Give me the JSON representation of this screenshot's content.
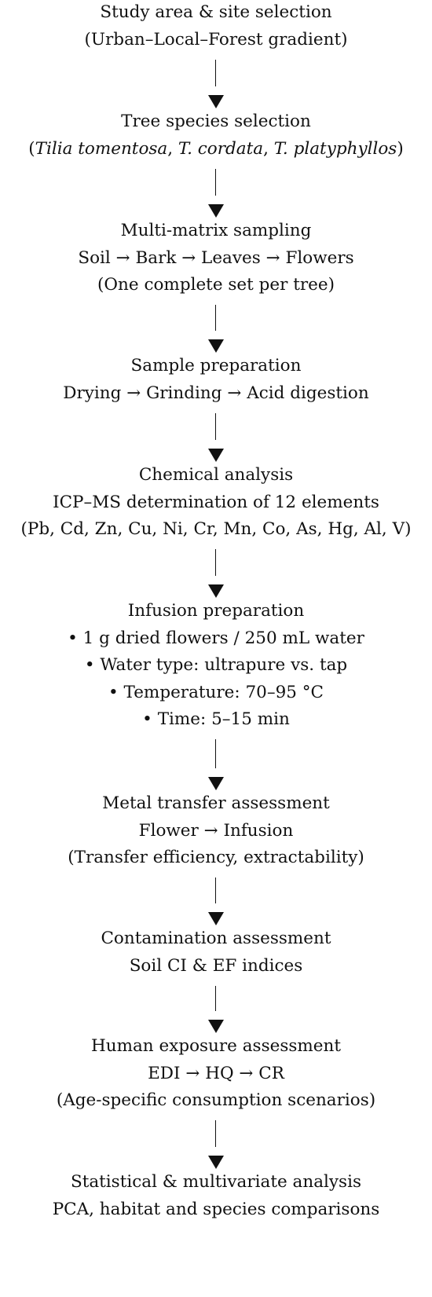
{
  "steps": [
    {
      "lines": [
        [
          {
            "t": "Study area & site selection"
          }
        ],
        [
          {
            "t": "(Urban–Local–Forest gradient)"
          }
        ]
      ]
    },
    {
      "lines": [
        [
          {
            "t": "Tree species selection"
          }
        ],
        [
          {
            "t": "("
          },
          {
            "t": "Tilia tomentosa",
            "i": true
          },
          {
            "t": ", "
          },
          {
            "t": "T. cordata",
            "i": true
          },
          {
            "t": ", "
          },
          {
            "t": "T. platyphyllos",
            "i": true
          },
          {
            "t": ")"
          }
        ]
      ]
    },
    {
      "lines": [
        [
          {
            "t": "Multi-matrix sampling"
          }
        ],
        [
          {
            "t": "Soil → Bark → Leaves → Flowers"
          }
        ],
        [
          {
            "t": "(One complete set per tree)"
          }
        ]
      ]
    },
    {
      "lines": [
        [
          {
            "t": "Sample preparation"
          }
        ],
        [
          {
            "t": "Drying → Grinding → Acid digestion"
          }
        ]
      ]
    },
    {
      "lines": [
        [
          {
            "t": "Chemical analysis"
          }
        ],
        [
          {
            "t": "ICP–MS determination of 12 elements"
          }
        ],
        [
          {
            "t": "(Pb, Cd, Zn, Cu, Ni, Cr, Mn, Co, As, Hg, Al, V)"
          }
        ]
      ]
    },
    {
      "lines": [
        [
          {
            "t": "Infusion preparation"
          }
        ],
        [
          {
            "t": "• 1 g dried flowers / 250 mL water"
          }
        ],
        [
          {
            "t": "• Water type: ultrapure vs. tap"
          }
        ],
        [
          {
            "t": "• Temperature: 70–95 °C"
          }
        ],
        [
          {
            "t": "• Time: 5–15 min"
          }
        ]
      ]
    },
    {
      "lines": [
        [
          {
            "t": "Metal transfer assessment"
          }
        ],
        [
          {
            "t": "Flower → Infusion"
          }
        ],
        [
          {
            "t": "(Transfer efficiency, extractability)"
          }
        ]
      ]
    },
    {
      "lines": [
        [
          {
            "t": "Contamination assessment"
          }
        ],
        [
          {
            "t": "Soil CI & EF indices"
          }
        ]
      ]
    },
    {
      "lines": [
        [
          {
            "t": "Human exposure assessment"
          }
        ],
        [
          {
            "t": "EDI → HQ → CR"
          }
        ],
        [
          {
            "t": "(Age-specific consumption scenarios)"
          }
        ]
      ]
    },
    {
      "lines": [
        [
          {
            "t": "Statistical & multivariate analysis"
          }
        ],
        [
          {
            "t": "PCA, habitat and species comparisons"
          }
        ]
      ]
    }
  ]
}
